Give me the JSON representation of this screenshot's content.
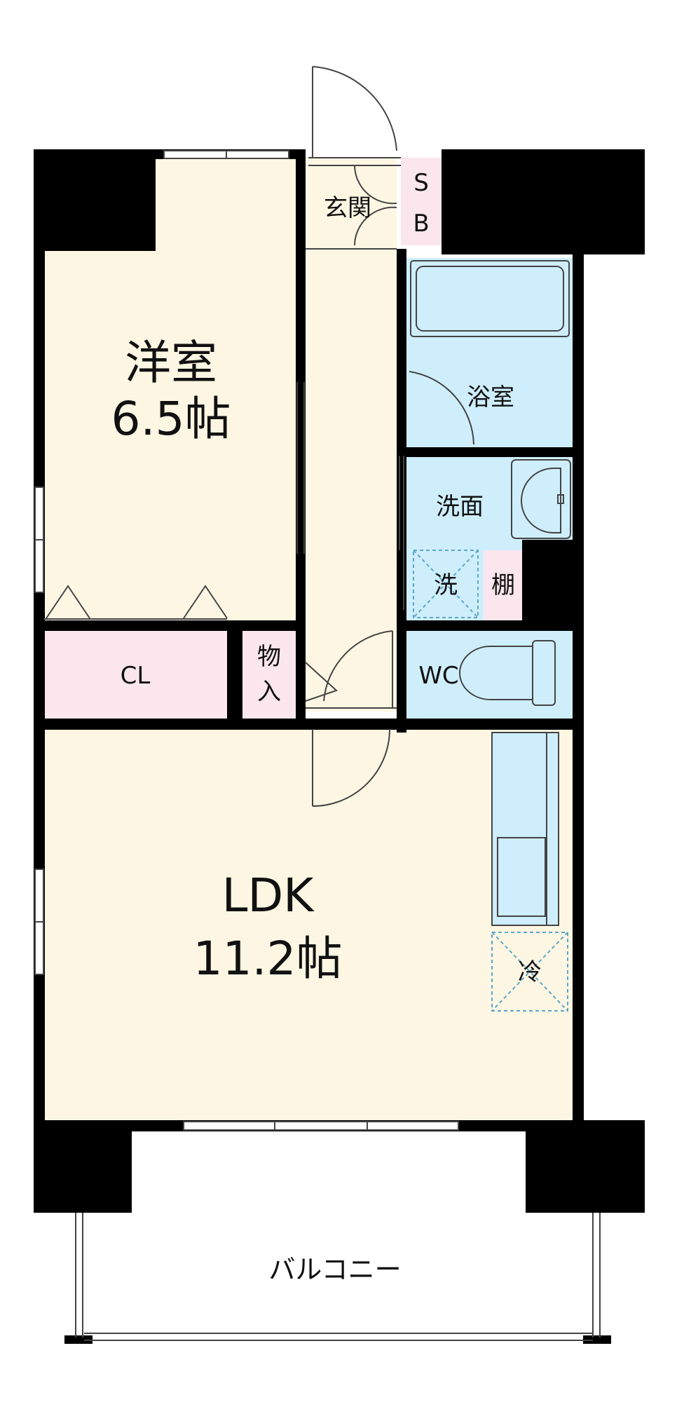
{
  "rooms": {
    "western_room": {
      "name": "洋室",
      "size": "6.5帖"
    },
    "ldk": {
      "name": "LDK",
      "size": "11.2帖"
    },
    "entrance": {
      "name": "玄関"
    },
    "shoe_box": {
      "line1": "S",
      "line2": "B"
    },
    "bathroom": {
      "name": "浴室"
    },
    "washroom": {
      "name": "洗面"
    },
    "washer": {
      "name": "洗"
    },
    "shelf": {
      "name": "棚"
    },
    "toilet": {
      "name": "WC"
    },
    "closet": {
      "name": "CL"
    },
    "storage": {
      "line1": "物",
      "line2": "入"
    },
    "fridge": {
      "name": "冷"
    },
    "balcony": {
      "name": "バルコニー"
    }
  },
  "colors": {
    "wall": "#000000",
    "dry_room": "#fdf6e3",
    "wet_room": "#cfeefc",
    "storage": "#fbe6ee",
    "line": "#444444",
    "dash": "#5aa7c7",
    "background": "#ffffff"
  }
}
